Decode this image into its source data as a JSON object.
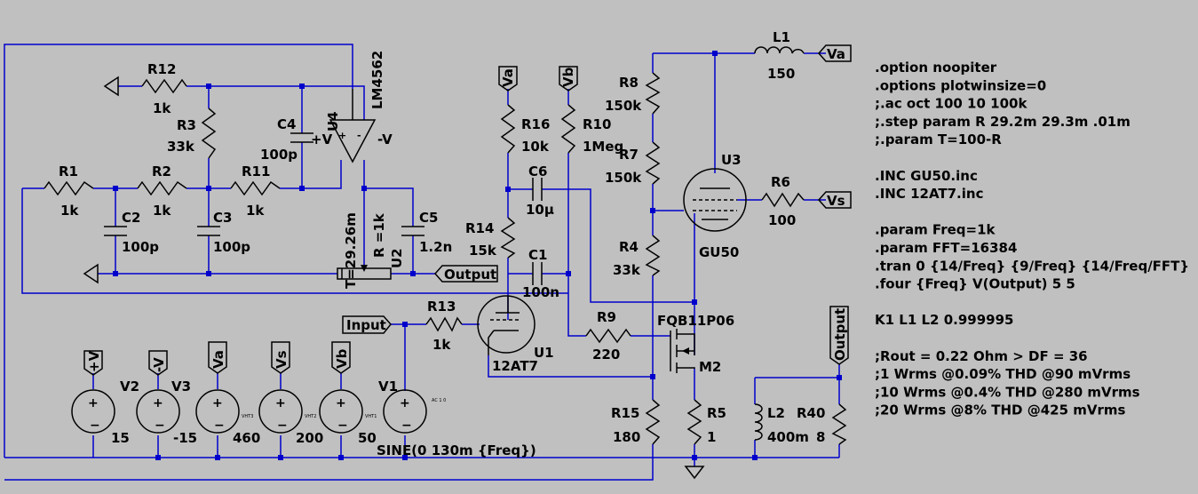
{
  "directives": [
    ".option noopiter",
    ".options plotwinsize=0",
    ";.ac oct 100 10 100k",
    ";.step param R 29.2m 29.3m .01m",
    ";.param T=100-R",
    "",
    ".INC GU50.inc",
    ".INC 12AT7.inc",
    "",
    ".param Freq=1k",
    ".param FFT=16384",
    ".tran 0 {14/Freq} {9/Freq} {14/Freq/FFT}",
    ".four {Freq} V(Output) 5 5",
    "",
    "K1 L1 L2 0.999995",
    "",
    ";Rout = 0.22 Ohm > DF = 36",
    ";1 Wrms @0.09% THD @90 mVrms",
    ";10 Wrms @0.4% THD @280 mVrms",
    ";20 Wrms @8% THD @425 mVrms"
  ],
  "components": {
    "R12": {
      "name": "R12",
      "value": "1k"
    },
    "R3": {
      "name": "R3",
      "value": "33k"
    },
    "C4": {
      "name": "C4",
      "value": "100p"
    },
    "R1": {
      "name": "R1",
      "value": "1k"
    },
    "R2": {
      "name": "R2",
      "value": "1k"
    },
    "R11": {
      "name": "R11",
      "value": "1k"
    },
    "C2": {
      "name": "C2",
      "value": "100p"
    },
    "C3": {
      "name": "C3",
      "value": "100p"
    },
    "C5": {
      "name": "C5",
      "value": "1.2n"
    },
    "U4": {
      "name": "U4",
      "value": "LM4562"
    },
    "U2": {
      "name": "U2",
      "T": "T=29.26m",
      "R": "R =1k"
    },
    "R16": {
      "name": "R16",
      "value": "10k"
    },
    "R10": {
      "name": "R10",
      "value": "1Meg"
    },
    "C6": {
      "name": "C6",
      "value": "10µ"
    },
    "R14": {
      "name": "R14",
      "value": "15k"
    },
    "C1": {
      "name": "C1",
      "value": "100n"
    },
    "R13": {
      "name": "R13",
      "value": "1k"
    },
    "U1": {
      "name": "U1",
      "value": "12AT7"
    },
    "R9": {
      "name": "R9",
      "value": "220"
    },
    "R15": {
      "name": "R15",
      "value": "180"
    },
    "R8": {
      "name": "R8",
      "value": "150k"
    },
    "R7": {
      "name": "R7",
      "value": "150k"
    },
    "R4": {
      "name": "R4",
      "value": "33k"
    },
    "U3": {
      "name": "U3",
      "value": "GU50"
    },
    "R6": {
      "name": "R6",
      "value": "100"
    },
    "L1": {
      "name": "L1",
      "value": "150"
    },
    "M2": {
      "name": "M2",
      "value": "FQB11P06"
    },
    "R5": {
      "name": "R5",
      "value": "1"
    },
    "L2": {
      "name": "L2",
      "value": "400m"
    },
    "R40": {
      "name": "R40",
      "value": "8"
    },
    "V2": {
      "name": "V2",
      "value": "15"
    },
    "V3": {
      "name": "V3",
      "value": "-15"
    },
    "V4": {
      "value": "460"
    },
    "V5": {
      "value": "200"
    },
    "V6": {
      "value": "50"
    },
    "V1": {
      "name": "V1",
      "value": "SINE(0 130m {Freq})",
      "ac": "AC 1 0"
    }
  },
  "nets": {
    "va": "Va",
    "vb": "Vb",
    "vs": "Vs",
    "output": "Output",
    "input": "Input",
    "plus_v": "+V",
    "minus_v": "-V",
    "vht1": "VHT1",
    "vht2": "VHT2",
    "vht3": "VHT3"
  },
  "colors": {
    "background": "#c0c0c0",
    "wire": "#0000cc",
    "symbol": "#000000"
  }
}
